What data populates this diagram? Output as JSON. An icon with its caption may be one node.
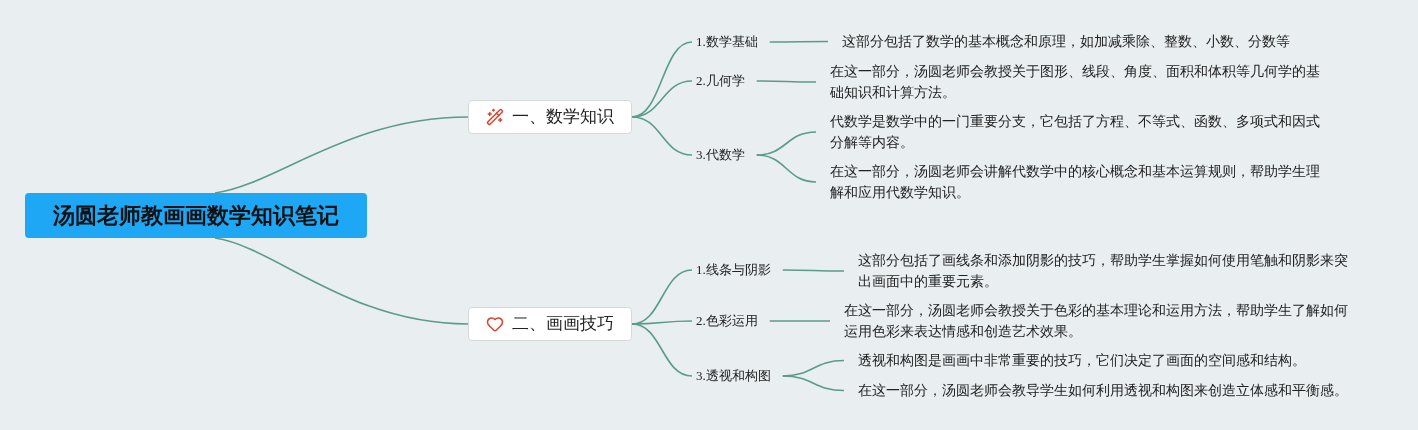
{
  "diagram": {
    "nodes": [
      {
        "text": [
          "汤圆老师教画画数学知识笔记"
        ]
      },
      {
        "text": [
          "一、数学知识"
        ]
      },
      {
        "text": [
          "1.数学基础"
        ]
      },
      {
        "text": [
          "这部分包括了数学的基本概念和原理，如加减乘除、整数、小数、分数等"
        ]
      },
      {
        "text": [
          "2.几何学"
        ]
      },
      {
        "text": [
          "在这一部分，汤圆老师会教授关于图形、线段、角度、面积和体积等几何学的基础知识和计算方法。"
        ]
      },
      {
        "text": [
          "3.代数学"
        ]
      },
      {
        "text": [
          "代数学是数学中的一门重要分支，它包括了方程、不等式、函数、多项式和因式分解等内容。"
        ]
      },
      {
        "text": [
          "在这一部分，汤圆老师会讲解代数学中的核心概念和基本运算规则，帮助学生理解和应用代数学知识。"
        ]
      },
      {
        "text": [
          "二、画画技巧"
        ]
      },
      {
        "text": [
          "1.线条与阴影"
        ]
      },
      {
        "text": [
          "这部分包括了画线条和添加阴影的技巧，帮助学生掌握如何使用笔触和阴影来突出画面中的重要元素。"
        ]
      },
      {
        "text": [
          "2.色彩运用"
        ]
      },
      {
        "text": [
          "在这一部分，汤圆老师会教授关于色彩的基本理论和运用方法，帮助学生了解如何运用色彩来表达情感和创造艺术效果。"
        ]
      },
      {
        "text": [
          "3.透视和构图"
        ]
      },
      {
        "text": [
          "透视和构图是画画中非常重要的技巧，它们决定了画面的空间感和结构。"
        ]
      },
      {
        "text": [
          "在这一部分，汤圆老师会教导学生如何利用透视和构图来创造立体感和平衡感。"
        ]
      }
    ],
    "edges": [
      {
        "from": 0,
        "to": 1,
        "arrow": "none"
      },
      {
        "from": 0,
        "to": 9,
        "arrow": "none"
      },
      {
        "from": 1,
        "to": 2,
        "arrow": "none"
      },
      {
        "from": 1,
        "to": 4,
        "arrow": "none"
      },
      {
        "from": 1,
        "to": 6,
        "arrow": "none"
      },
      {
        "from": 2,
        "to": 3,
        "arrow": "none"
      },
      {
        "from": 4,
        "to": 5,
        "arrow": "none"
      },
      {
        "from": 6,
        "to": 7,
        "arrow": "none"
      },
      {
        "from": 6,
        "to": 8,
        "arrow": "none"
      },
      {
        "from": 9,
        "to": 10,
        "arrow": "none"
      },
      {
        "from": 9,
        "to": 12,
        "arrow": "none"
      },
      {
        "from": 9,
        "to": 14,
        "arrow": "none"
      },
      {
        "from": 10,
        "to": 11,
        "arrow": "none"
      },
      {
        "from": 12,
        "to": 13,
        "arrow": "none"
      },
      {
        "from": 14,
        "to": 15,
        "arrow": "none"
      },
      {
        "from": 14,
        "to": 16,
        "arrow": "none"
      }
    ]
  }
}
